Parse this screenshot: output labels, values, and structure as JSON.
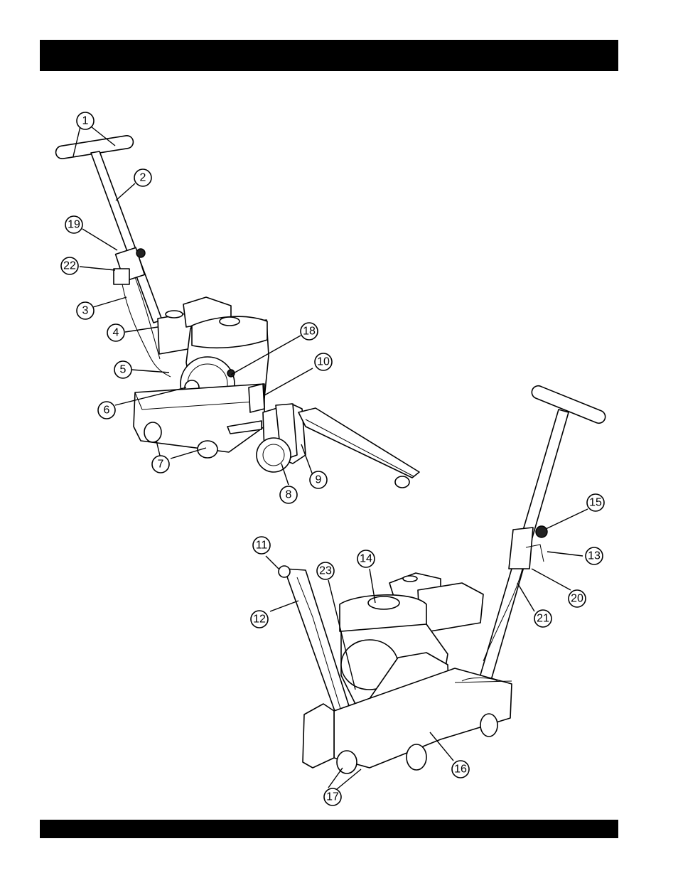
{
  "header_bar": {
    "text": ""
  },
  "footer_bar": {
    "text": ""
  },
  "callouts": [
    "1",
    "2",
    "3",
    "4",
    "5",
    "6",
    "7",
    "8",
    "9",
    "10",
    "11",
    "12",
    "13",
    "14",
    "15",
    "16",
    "17",
    "18",
    "19",
    "20",
    "21",
    "22",
    "23"
  ]
}
